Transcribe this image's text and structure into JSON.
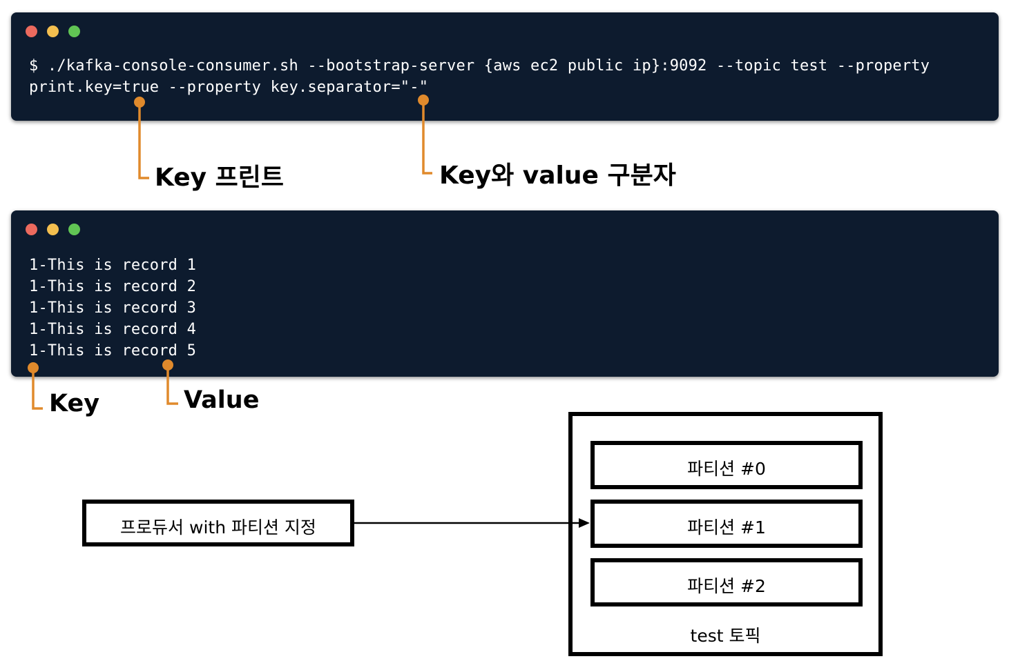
{
  "terminal_command": {
    "line1": "$ ./kafka-console-consumer.sh --bootstrap-server {aws ec2 public ip}:9092 --topic test --property",
    "line2": "print.key=true --property key.separator=\"-\""
  },
  "callouts_top": {
    "key_print": "Key 프린트",
    "separator": "Key와 value 구분자"
  },
  "terminal_output": {
    "lines": [
      "1-This is record 1",
      "1-This is record 2",
      "1-This is record 3",
      "1-This is record 4",
      "1-This is record 5"
    ]
  },
  "callouts_bottom": {
    "key": "Key",
    "value": "Value"
  },
  "producer": {
    "label": "프로듀서 with 파티션 지정"
  },
  "topic": {
    "label": "test 토픽",
    "partitions": [
      "파티션 #0",
      "파티션 #1",
      "파티션 #2"
    ]
  },
  "colors": {
    "terminal_bg": "#0d1b2e",
    "callout_orange": "#e08a2c"
  }
}
